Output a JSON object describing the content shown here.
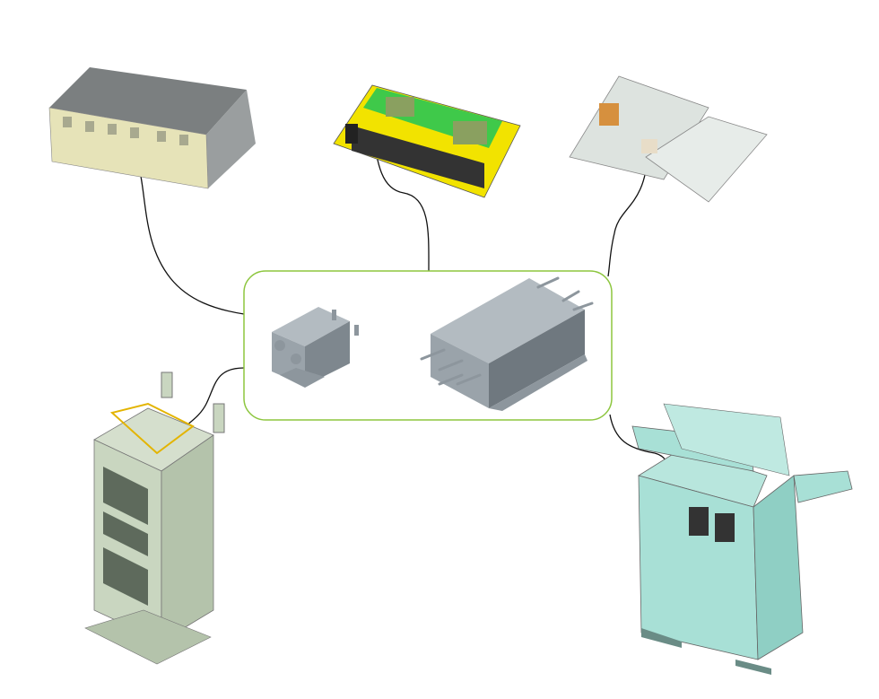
{
  "colors": {
    "background": "#ffffff",
    "frame": "#8dc63f",
    "cable": "#111111",
    "filter_gray": "#9aa3aa",
    "rack_unit": "#e6e3b8",
    "pcb_board": "#f2e300",
    "enclosure": "#dde3df",
    "cabinet": "#c9d6c0",
    "console": "#a8e0d6"
  },
  "devices": [
    "rack-chassis",
    "pcb-module",
    "control-box",
    "small-emi-filter",
    "large-emi-filter",
    "equipment-cabinet",
    "operator-console"
  ],
  "cables": [
    "cable-rack",
    "cable-pcb",
    "cable-box",
    "cable-cabinet",
    "cable-console"
  ]
}
